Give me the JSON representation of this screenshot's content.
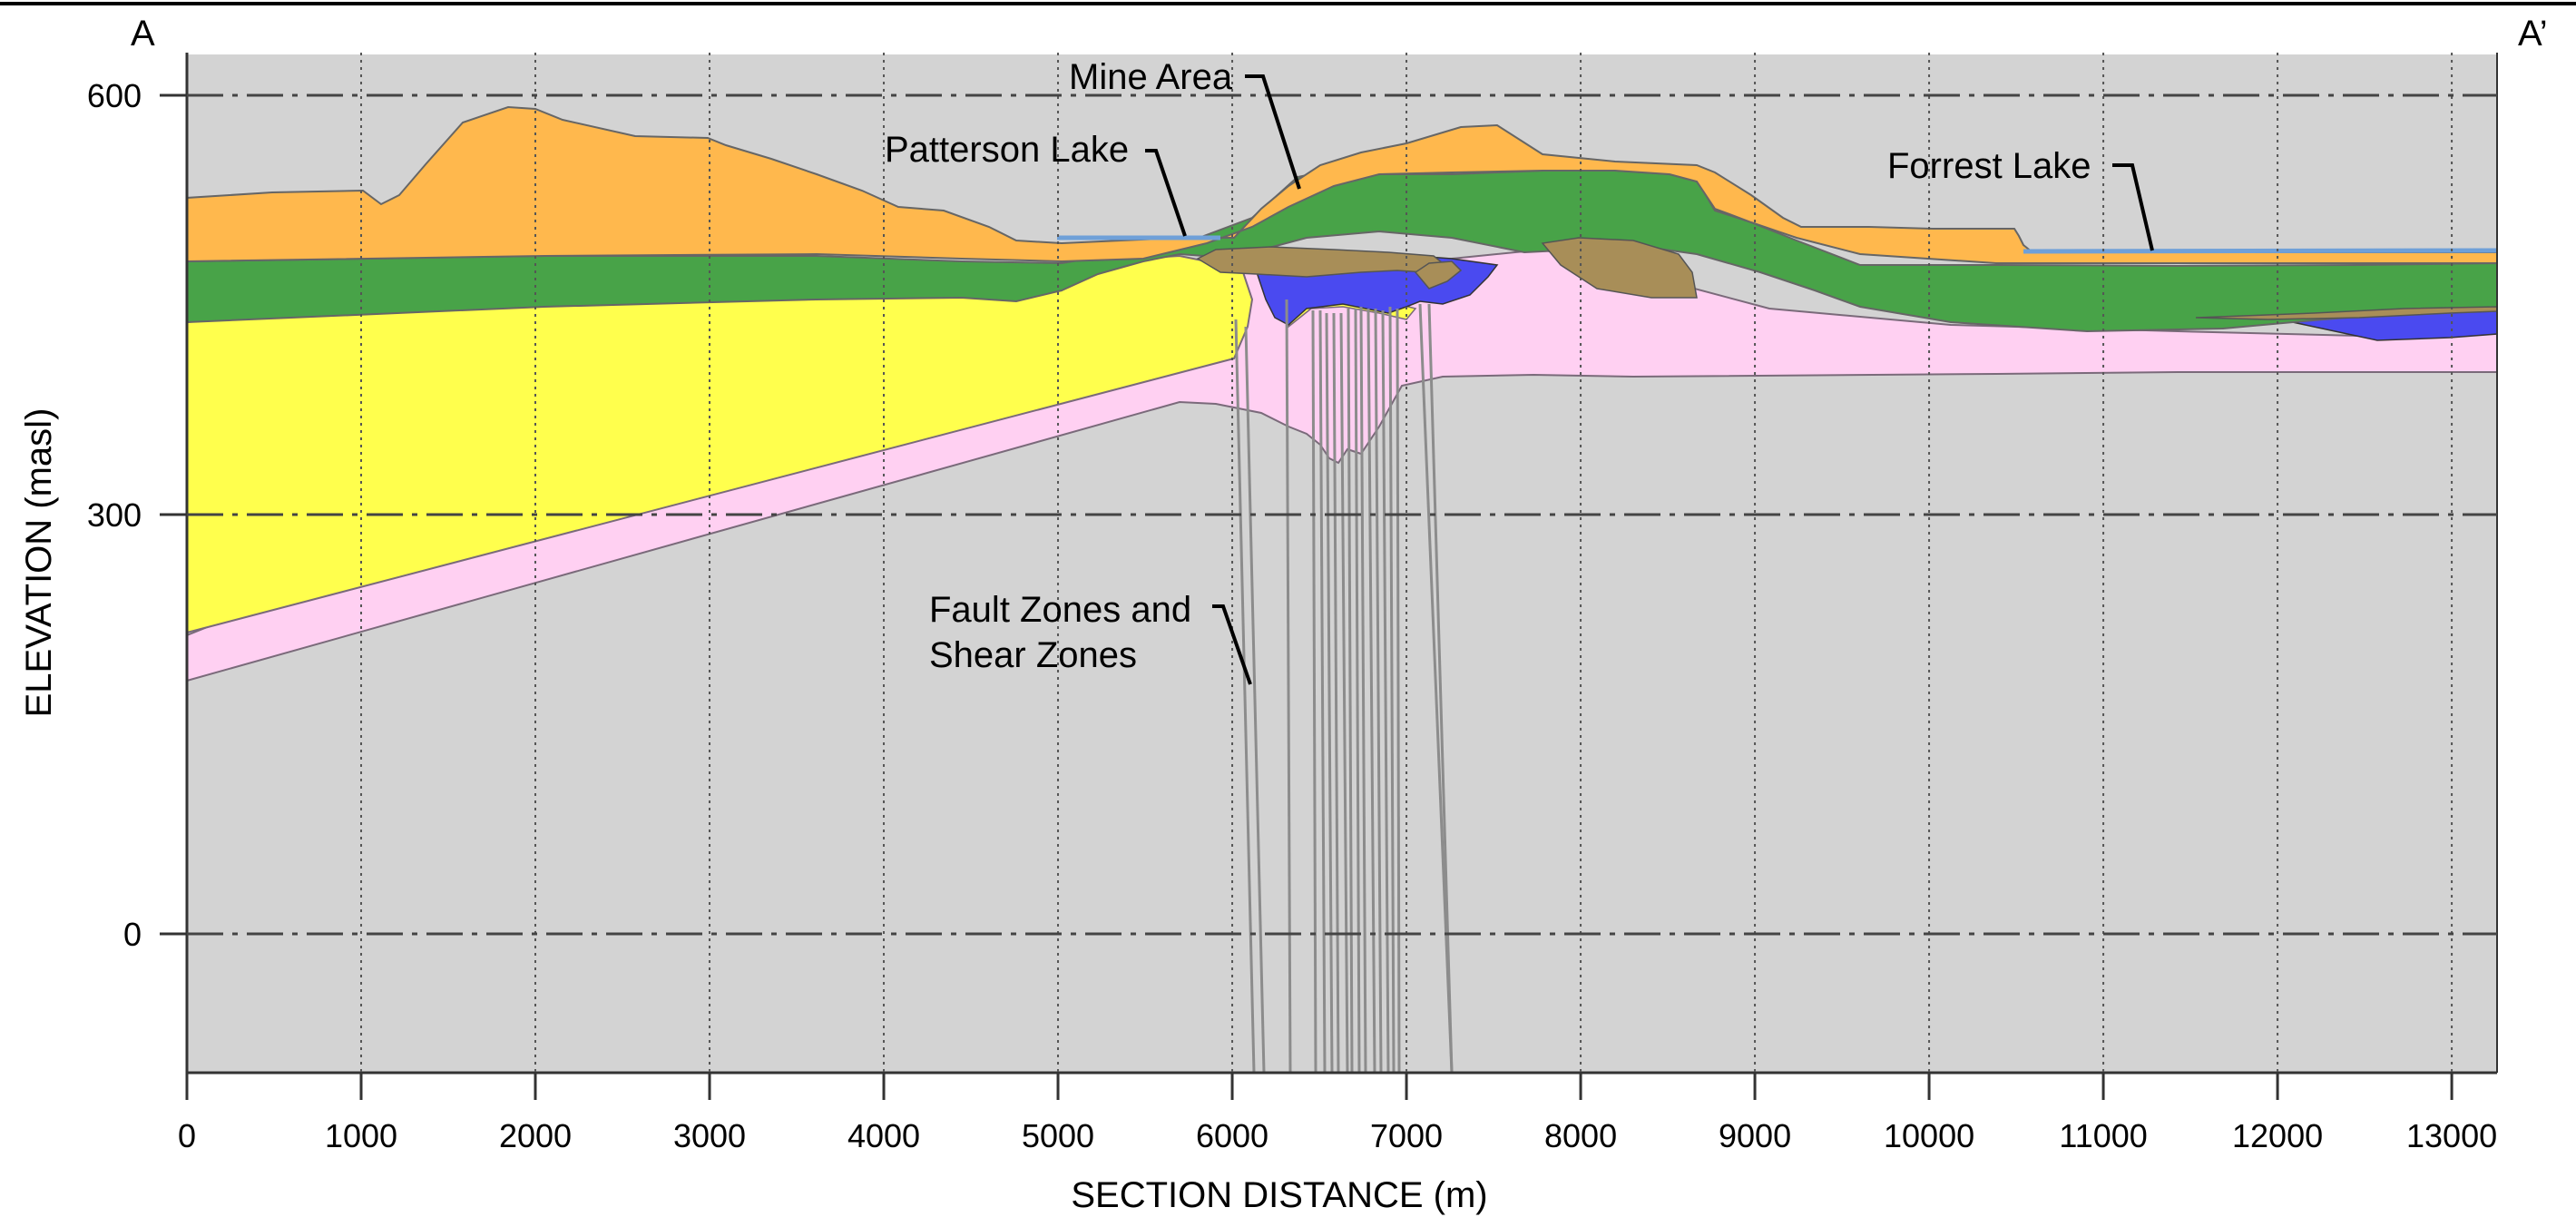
{
  "section": {
    "start_label": "A",
    "end_label": "A’",
    "x_axis_title": "SECTION DISTANCE (m)",
    "y_axis_title": "ELEVATION (masl)",
    "x_ticks": [
      0,
      1000,
      2000,
      3000,
      4000,
      5000,
      6000,
      7000,
      8000,
      9000,
      10000,
      11000,
      12000,
      13000
    ],
    "y_ticks": [
      0,
      300,
      600
    ],
    "x_range": [
      0,
      13260
    ],
    "y_range": [
      -100,
      630
    ]
  },
  "callouts": {
    "mine_area": "Mine Area",
    "patterson_lake": "Patterson Lake",
    "forrest_lake": "Forrest Lake",
    "fault_zones_line1": "Fault Zones and",
    "fault_zones_line2": "Shear Zones"
  },
  "colors": {
    "overburden_orange": "#ffb84d",
    "green_unit": "#48a348",
    "yellow_unit": "#ffff4d",
    "pink_unit": "#ffd0f2",
    "basement_grey": "#d3d3d3",
    "blue_unit": "#4a4af0",
    "brown_unit": "#a88e58",
    "lake_blue": "#6fa0d8",
    "fault_grey": "#8c8c8c"
  }
}
